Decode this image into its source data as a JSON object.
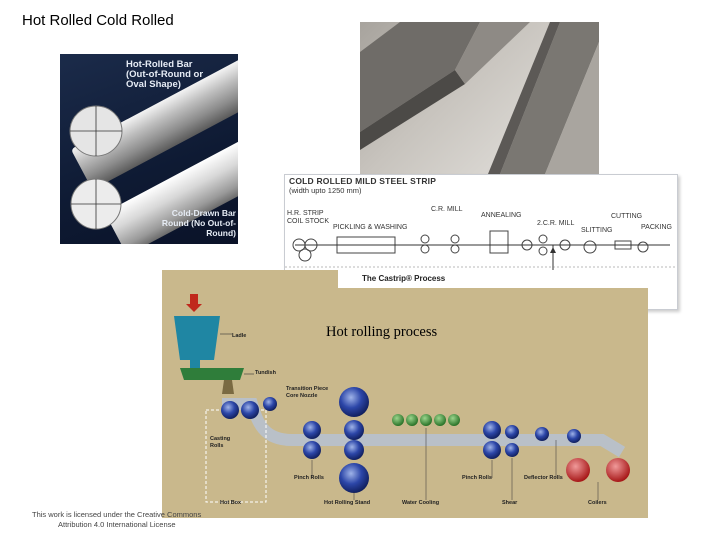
{
  "slide_title": "Hot Rolled Cold Rolled",
  "bars_photo": {
    "top_label": "Hot-Rolled Bar\n(Out-of-Round or\nOval Shape)",
    "bottom_label": "Cold-Drawn Bar\nRound (No Out-of-Round)"
  },
  "strip_diagram": {
    "title": "COLD ROLLED MILD STEEL STRIP",
    "subtitle": "(width upto 1250 mm)",
    "labels": {
      "coil_stock": "H.R. STRIP\nCOIL STOCK",
      "pickling": "PICKLING & WASHING",
      "c_mill": "C.R. MILL",
      "annealing": "ANNEALING",
      "second_mill": "2.C.R. MILL",
      "cutting": "CUTTING",
      "slitting": "SLITTING",
      "packing": "PACKING"
    }
  },
  "castrip": {
    "title": "The Castrip® Process",
    "labels": {
      "ladle": "Ladle",
      "tundish": "Tundish",
      "transition": "Transition Piece\nCore Nozzle",
      "casting_rolls": "Casting\nRolls",
      "pinch_rolls": "Pinch Rolls",
      "pinch_rolls_2": "Pinch Rolls",
      "deflector": "Deflector Rolls",
      "hot_box": "Hot Box",
      "hot_rolling_stand": "Hot Rolling Stand",
      "water_cooling": "Water Cooling",
      "shear": "Shear",
      "coilers": "Coilers"
    }
  },
  "overlay_caption": "Hot rolling process",
  "license": {
    "line1": "This work is licensed under the Creative Commons",
    "line2": "Attribution 4.0 International License"
  }
}
